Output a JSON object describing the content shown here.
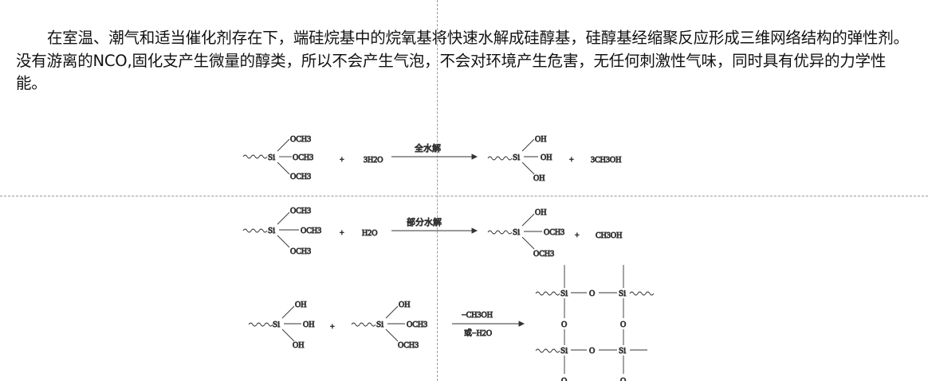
{
  "paragraph": "在室温、潮气和适当催化剂存在下，端硅烷基中的烷氧基将快速水解成硅醇基，硅醇基经缩聚反应形成三维网络结构的弹性剂。没有游离的NCO,固化支产生微量的醇类，所以不会产生气泡，不会对环境产生危害，无任何刺激性气味，同时具有优异的力学性能。",
  "reaction1": {
    "och3": "OCH3",
    "och3_mid": "— OCH3",
    "si": "Si",
    "plus": "+",
    "water": "3H2O",
    "arrow_label": "全水解",
    "oh": "OH",
    "product_byproduct": "3CH3OH"
  },
  "reaction2": {
    "och3": "OCH3",
    "si": "Si",
    "plus": "+",
    "water": "H2O",
    "arrow_label": "部分水解",
    "oh": "OH",
    "product_byproduct": "CH3OH"
  },
  "reaction3": {
    "oh": "OH",
    "och3": "OCH3",
    "si": "Si",
    "plus": "+",
    "condition_top": "−CH3OH",
    "condition_bottom": "或−H2O",
    "oxygen": "O"
  }
}
